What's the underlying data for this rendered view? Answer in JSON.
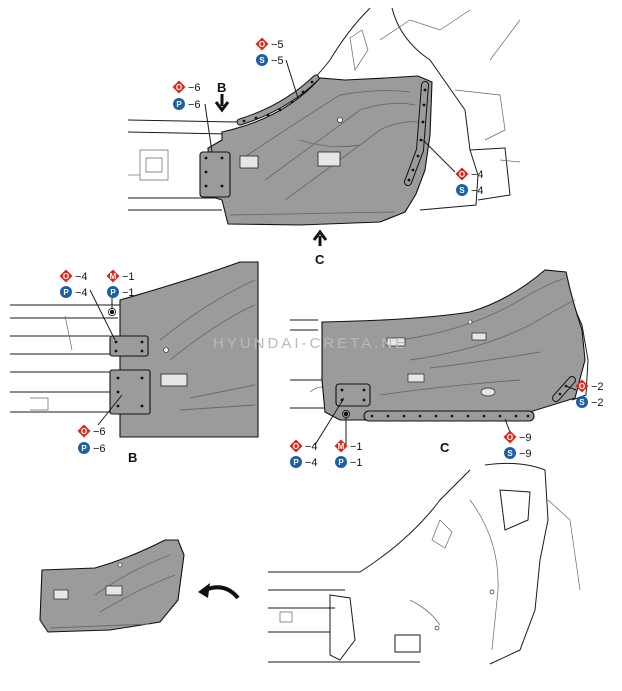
{
  "watermark": "HYUNDAI-CRETA.NE",
  "colors": {
    "panel": "#9b9b9b",
    "red_badge": "#d9281c",
    "blue_badge": "#1d5fa6"
  },
  "callouts": {
    "top_o5": {
      "letter": "O",
      "code": "−5"
    },
    "top_s5": {
      "letter": "S",
      "code": "−5"
    },
    "top_o6": {
      "letter": "O",
      "code": "−6"
    },
    "top_p6": {
      "letter": "P",
      "code": "−6"
    },
    "top_o4": {
      "letter": "O",
      "code": "−4"
    },
    "top_s4": {
      "letter": "S",
      "code": "−4"
    },
    "b_o4": {
      "letter": "O",
      "code": "−4"
    },
    "b_p4": {
      "letter": "P",
      "code": "−4"
    },
    "b_m1": {
      "letter": "M",
      "code": "−1"
    },
    "b_p1": {
      "letter": "P",
      "code": "−1"
    },
    "b_o6": {
      "letter": "O",
      "code": "−6"
    },
    "b_p6": {
      "letter": "P",
      "code": "−6"
    },
    "c_o4": {
      "letter": "O",
      "code": "−4"
    },
    "c_p4": {
      "letter": "P",
      "code": "−4"
    },
    "c_m1": {
      "letter": "M",
      "code": "−1"
    },
    "c_p1": {
      "letter": "P",
      "code": "−1"
    },
    "c_o9": {
      "letter": "O",
      "code": "−9"
    },
    "c_s9": {
      "letter": "S",
      "code": "−9"
    },
    "c_o2": {
      "letter": "O",
      "code": "−2"
    },
    "c_s2": {
      "letter": "S",
      "code": "−2"
    }
  },
  "view_labels": {
    "arrow_b": "B",
    "arrow_c": "C",
    "detail_b": "B",
    "detail_c": "C"
  },
  "icons": {
    "remove_arrow": "curved-arrow-icon",
    "view_arrow": "arrow-icon"
  }
}
